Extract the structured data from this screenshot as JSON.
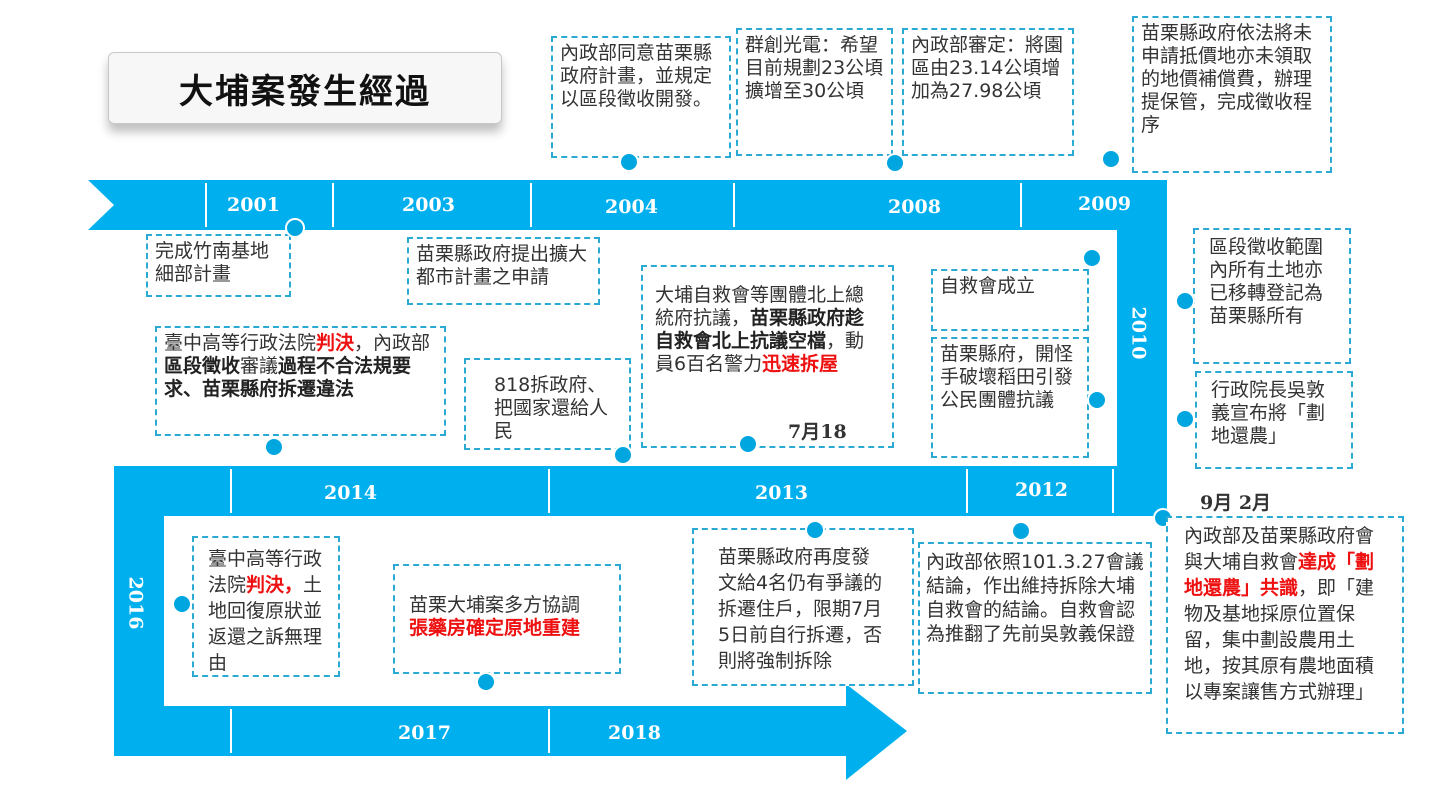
{
  "title": "大埔案發生經過",
  "years": {
    "y2001": "2001",
    "y2003": "2003",
    "y2004": "2004",
    "y2008": "2008",
    "y2009": "2009",
    "y2010": "2010",
    "y2012": "2012",
    "y2013": "2013",
    "y2014": "2014",
    "y2016": "2016",
    "y2017": "2017",
    "y2018": "2018"
  },
  "events": {
    "e2001": "完成竹南基地細部計畫",
    "e2003": "苗栗縣政府提出擴大都市計畫之申請",
    "e2004": "內政部同意苗栗縣政府計畫，並規定以區段徵收開發。",
    "e2008a": "群創光電：希望目前規劃23公頃擴增至30公頃",
    "e2008b": "內政部審定：將園區由23.14公頃增加為27.98公頃",
    "e2009": "苗栗縣政府依法將未申請抵價地亦未領取的地價補償費，辦理提保管，完成徵收程序",
    "e2010a": "區段徵收範圍內所有土地亦已移轉登記為苗栗縣所有",
    "e2010b": "行政院長吳敦義宣布將「劃地還農」",
    "e2010_date": "9月 2月",
    "e2010c": {
      "p1": "內政部及苗栗縣政府會與大埔自救會",
      "red": "達成「劃地還農」共識",
      "p2": "，即「建物及基地採原位置保留，集中劃設農用土地，按其原有農地面積以專案讓售方式辦理」"
    },
    "e2012a": "自救會成立",
    "e2012b": "苗栗縣府，開怪手破壞稻田引發公民團體抗議",
    "e2012c": "內政部依照101.3.27會議結論，作出維持拆除大埔自救會的結論。自救會認為推翻了先前吳敦義保證",
    "e2013a": {
      "p1": "大埔自救會等團體北上總統府抗議，",
      "b1": "苗栗縣政府趁自救會北上抗議空檔",
      "p2": "，動員6百名警力",
      "red": "迅速拆屋"
    },
    "e2013a_date": "7月18",
    "e2013b": "818拆政府、把國家還給人民",
    "e2013c": "苗栗縣政府再度發文給4名仍有爭議的拆遷住戶，限期7月5日前自行拆遷，否則將強制拆除",
    "e2014": {
      "p1": "臺中高等行政法院",
      "red": "判決",
      "p2": "，內政部",
      "b1": "區段徵收",
      "p3": "審議",
      "b2": "過程不合法規要求、苗栗縣府拆遷違法"
    },
    "e2016": {
      "p1": "臺中高等行政法院",
      "red": "判決，",
      "p2": "土地回復原狀並返還之訴無理由"
    },
    "e2017": {
      "p1": "苗栗大埔案多方協調",
      "red": "張藥房確定原地重建"
    }
  },
  "colors": {
    "band": "#00b0ee",
    "dot": "#00a6e0",
    "dash": "#2aaad3",
    "highlight": "#ee1111"
  }
}
